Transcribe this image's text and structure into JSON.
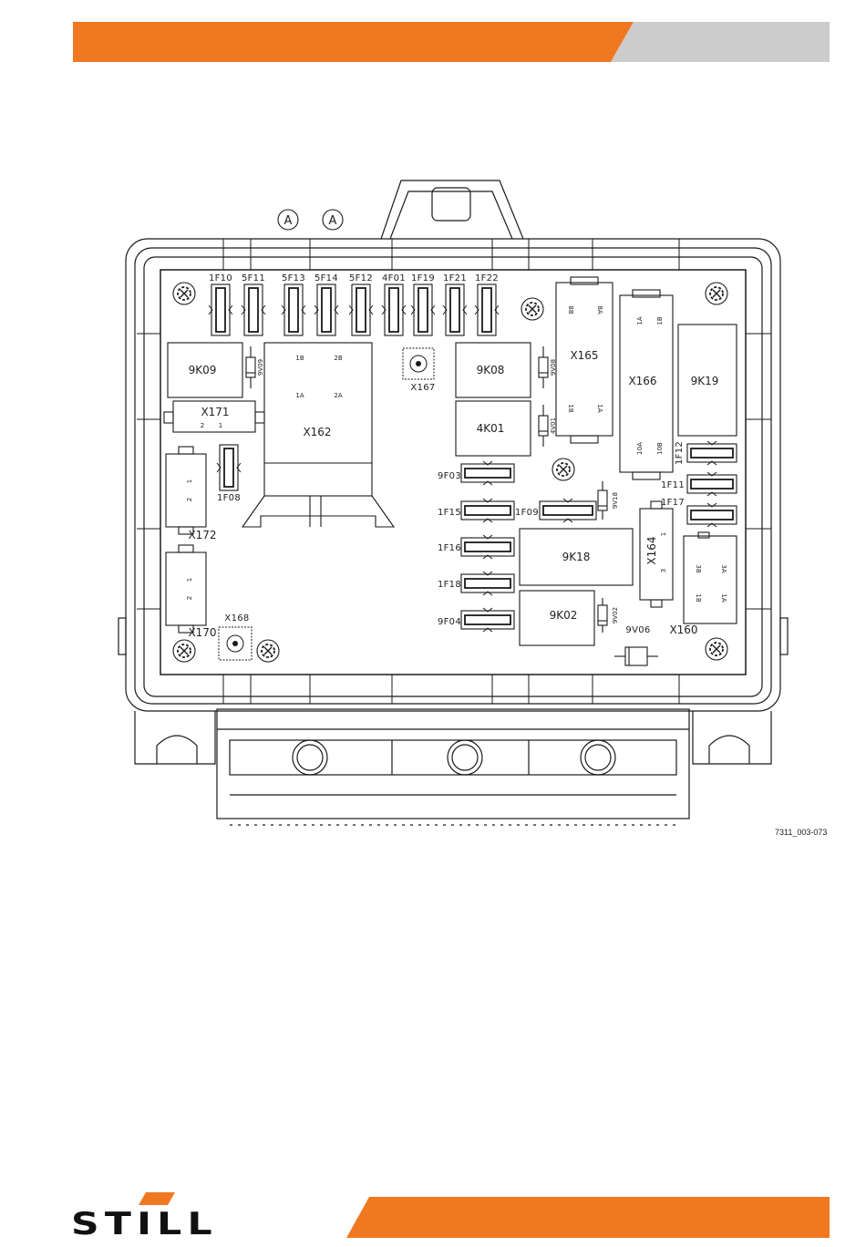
{
  "page": {
    "accent_color": "#f07820",
    "grey_color": "#cccccc",
    "brand": "STILL",
    "figure_ref": "7311_003-073"
  },
  "diagram": {
    "view_markers": [
      "A",
      "A"
    ],
    "fuses_top": [
      "1F10",
      "5F11",
      "5F13",
      "5F14",
      "5F12",
      "4F01",
      "1F19",
      "1F21",
      "1F22"
    ],
    "fuses_middle": [
      "9F03",
      "1F15",
      "1F16",
      "1F18",
      "9F04"
    ],
    "fuse_1f09": "1F09",
    "fuse_1f08": "1F08",
    "fuses_right": [
      "1F12",
      "1F11",
      "1F17"
    ],
    "relays": {
      "k9k09": "9K09",
      "k9k08": "9K08",
      "k4k01": "4K01",
      "k9k19": "9K19",
      "k9k18": "9K18",
      "k9k02": "9K02"
    },
    "connectors": {
      "x162": "X162",
      "x162_pins": [
        "1B",
        "2B",
        "1A",
        "2A"
      ],
      "x165": "X165",
      "x165_pins": [
        "8B",
        "8A",
        "1B",
        "1A"
      ],
      "x166": "X166",
      "x166_pins": [
        "1A",
        "1B",
        "10A",
        "10B"
      ],
      "x171": "X171",
      "x171_pins": [
        "2",
        "1"
      ],
      "x172": "X172",
      "x172_pins": [
        "1",
        "2"
      ],
      "x170": "X170",
      "x170_pins": [
        "1",
        "2"
      ],
      "x164": "X164",
      "x164_pins": [
        "1",
        "3"
      ],
      "x160": "X160",
      "x160_pins": [
        "3B",
        "3A",
        "1B",
        "1A"
      ],
      "x167": "X167",
      "x168": "X168"
    },
    "diodes": {
      "d9v09": "9V09",
      "d9v08": "9V08",
      "d4v01": "4V01",
      "d9v18": "9V18",
      "d9v02": "9V02",
      "d9v06": "9V06"
    }
  }
}
